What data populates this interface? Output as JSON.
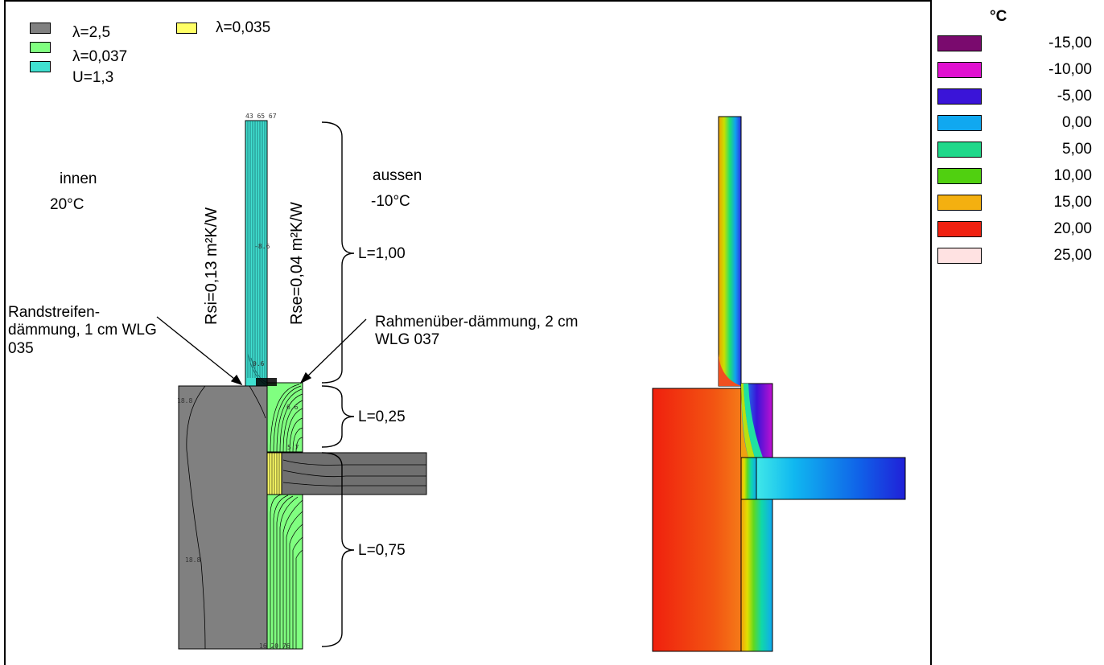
{
  "legend": [
    {
      "label": "λ=2,5",
      "color": "#808080"
    },
    {
      "label": "λ=0,037",
      "color": "#80ff80"
    },
    {
      "label": "U=1,3",
      "color": "#40e0d0"
    },
    {
      "label": "λ=0,035",
      "color": "#ffff66"
    }
  ],
  "labels": {
    "innen": "innen",
    "innen_temp": "20°C",
    "aussen": "aussen",
    "aussen_temp": "-10°C",
    "rsi": "Rsi=0,13 m²K/W",
    "rse": "Rse=0,04 m²K/W",
    "l_top": "L=1,00",
    "l_mid": "L=0,25",
    "l_bot": "L=0,75",
    "rand": "Randstreifen-dämmung, 1 cm WLG 035",
    "rahmen": "Rahmenüber-dämmung, 2 cm WLG 037"
  },
  "isolabels": {
    "top_window": "43 65 67",
    "window_mid": "-8.6",
    "window_low": "0.6",
    "floor_top_left": "18.8",
    "ins_upper": "6.6",
    "ins_lower": "5.7",
    "floor_mid_left": "18.8",
    "bottom": "16 20 76"
  },
  "scale": {
    "unit": "°C",
    "entries": [
      {
        "value": "-15,00",
        "color": "#7a0a6e"
      },
      {
        "value": "-10,00",
        "color": "#e010d0"
      },
      {
        "value": "-5,00",
        "color": "#3a14d8"
      },
      {
        "value": "0,00",
        "color": "#10a8f0"
      },
      {
        "value": "5,00",
        "color": "#1fd88a"
      },
      {
        "value": "10,00",
        "color": "#50d010"
      },
      {
        "value": "15,00",
        "color": "#f4b010"
      },
      {
        "value": "20,00",
        "color": "#f02010"
      },
      {
        "value": "25,00",
        "color": "#ffe2e2"
      }
    ]
  }
}
